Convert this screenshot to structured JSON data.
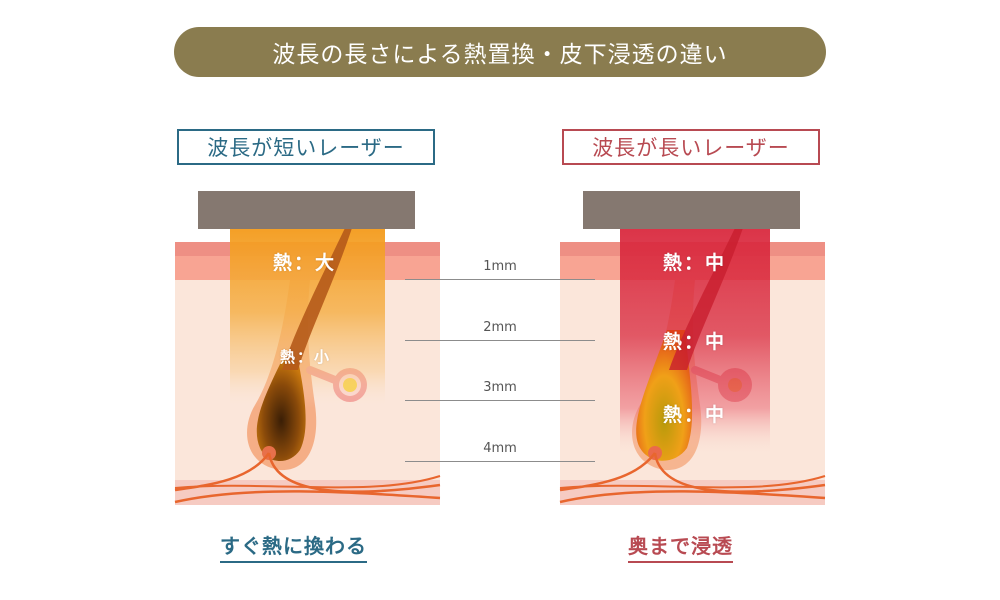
{
  "title": "波長の長さによる熱置換・皮下浸透の違い",
  "colors": {
    "title_bg": "#8a7c4f",
    "short_accent": "#2b6a85",
    "long_accent": "#b84a52",
    "device": "#857870",
    "skin_surface": "#f59a8a",
    "dermis": "#fbe6da",
    "subcutis": "#f7c9c0",
    "short_beam": "#f39a1a",
    "long_beam": "#d9293e"
  },
  "left_panel": {
    "label": "波長が短いレーザー",
    "heat_top": "熱：大",
    "heat_mid": "熱：小",
    "caption": "すぐ熱に換わる"
  },
  "right_panel": {
    "label": "波長が長いレーザー",
    "heat_top": "熱：中",
    "heat_mid": "熱：中",
    "heat_low": "熱：中",
    "caption": "奥まで浸透"
  },
  "scale": {
    "marks": [
      "1mm",
      "2mm",
      "3mm",
      "4mm"
    ]
  }
}
